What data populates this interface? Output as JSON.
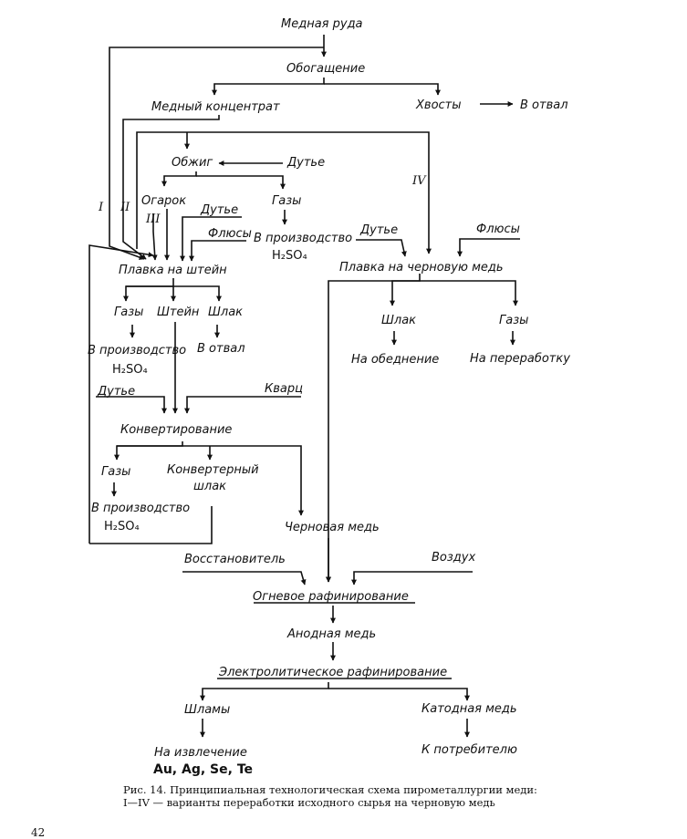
{
  "nodes": {
    "ore": "Медная руда",
    "enrichment": "Обогащение",
    "concentrate": "Медный концентрат",
    "tailings": "Хвосты",
    "to_dump_1": "В отвал",
    "roasting": "Обжиг",
    "blast_1": "Дутье",
    "cinder": "Огарок",
    "gases_1": "Газы",
    "to_production_1": "В производство",
    "h2so4_1": "H₂SO₄",
    "blast_2": "Дутье",
    "fluxes_1": "Флюсы",
    "blast_3": "Дутье",
    "fluxes_2": "Флюсы",
    "matte_smelting": "Плавка на штейн",
    "blister_smelting": "Плавка на черновую медь",
    "gases_2": "Газы",
    "matte": "Штейн",
    "slag_1": "Шлак",
    "to_production_2": "В производство",
    "h2so4_2": "H₂SO₄",
    "to_dump_2": "В отвал",
    "slag_2": "Шлак",
    "gases_3": "Газы",
    "to_depletion": "На обеднение",
    "to_processing": "На переработку",
    "blast_4": "Дутье",
    "quartz": "Кварц",
    "converting": "Конвертирование",
    "gases_4": "Газы",
    "converter_slag_1": "Конвертерный",
    "converter_slag_2": "шлак",
    "to_production_3": "В производство",
    "h2so4_3": "H₂SO₄",
    "blister_copper": "Черновая медь",
    "reducer": "Восстановитель",
    "air": "Воздух",
    "fire_refining": "Огневое рафинирование",
    "anode_copper": "Анодная медь",
    "electro_refining": "Электролитическое рафинирование",
    "slimes": "Шламы",
    "cathode_copper": "Катодная медь",
    "to_extraction": "На извлечение",
    "metals": "Au, Ag, Se, Te",
    "to_consumer": "К потребителю"
  },
  "variants": {
    "v1": "I",
    "v2": "II",
    "v3": "III",
    "v4": "IV"
  },
  "caption": {
    "line1": "Рис. 14. Принципиальная технологическая схема пирометаллургии меди:",
    "line2": "I—IV — варианты переработки исходного сырья на черновую медь"
  },
  "page_number": "42"
}
